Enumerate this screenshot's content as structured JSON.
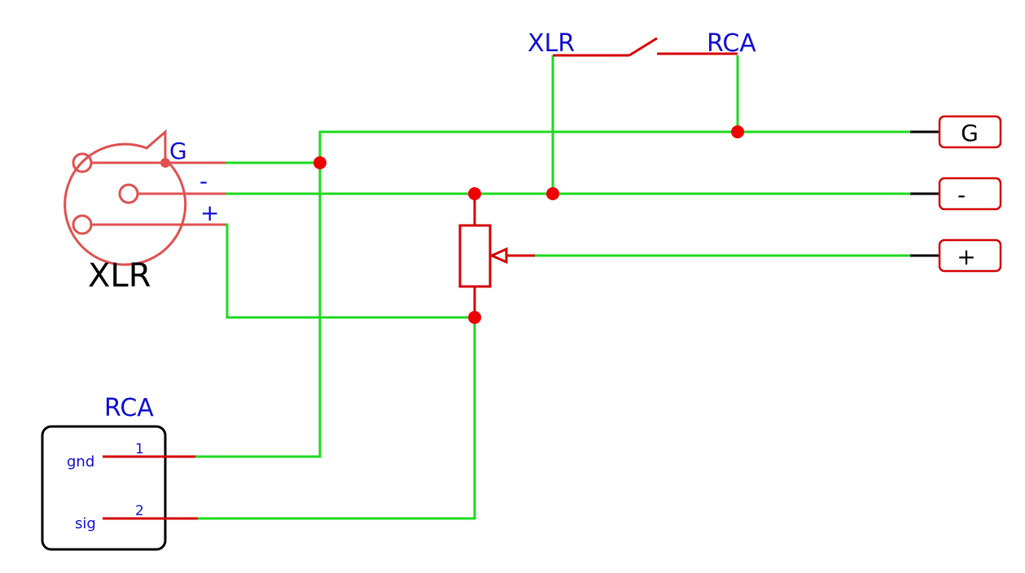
{
  "switch": {
    "left_label": "XLR",
    "right_label": "RCA"
  },
  "xlr_connector": {
    "title": "XLR",
    "pin_g": "G",
    "pin_minus": "-",
    "pin_plus": "+"
  },
  "rca_connector": {
    "title": "RCA",
    "pin1_name": "gnd",
    "pin1_number": "1",
    "pin2_name": "sig",
    "pin2_number": "2"
  },
  "outputs": {
    "g_label": "G",
    "minus_label": "-",
    "plus_label": "+"
  },
  "colors": {
    "wire": "#1fd81f",
    "component": "#d40000",
    "junction": "#ee0000",
    "label": "#1010d0",
    "background": "#ffffff"
  }
}
